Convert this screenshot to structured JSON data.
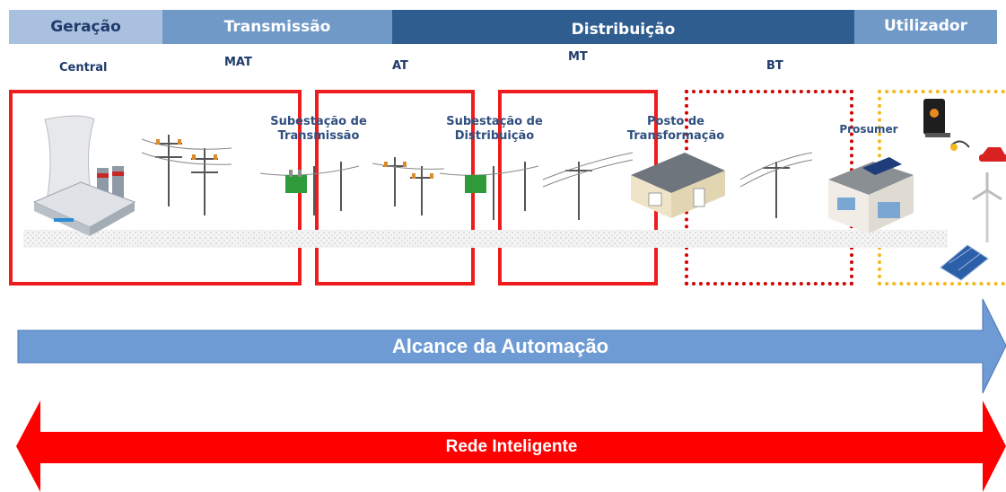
{
  "header": {
    "segments": [
      {
        "label": "Geração",
        "bg": "#a9c0de",
        "fg": "#1f3b6b"
      },
      {
        "label": "Transmissão",
        "bg": "#7099c8",
        "fg": "#ffffff"
      },
      {
        "label": "Distribuição",
        "bg": "#2f5d8f",
        "fg": "#ffffff"
      },
      {
        "label": "Utilizador",
        "bg": "#7099c8",
        "fg": "#ffffff"
      }
    ]
  },
  "levels": {
    "central": "Central",
    "mat": "MAT",
    "at": "AT",
    "mt": "MT",
    "bt": "BT"
  },
  "stations": {
    "transmission": "Subestação de\nTransmissão",
    "distribution": "Subestação de\nDistribuição",
    "transformer": "Posto de\nTransformação",
    "prosumer": "Prosumer"
  },
  "arrows": {
    "automation": {
      "label": "Alcance da Automação",
      "color": "#6f9bd4"
    },
    "smart_grid": {
      "label": "Rede Inteligente",
      "color": "#ff0000"
    }
  },
  "colors": {
    "box_red": "#ee1c1c",
    "box_dotted_red": "#d40000",
    "box_yellow": "#f3b91b"
  },
  "icons": [
    "cooling-tower-icon",
    "power-pylon-icon",
    "substation-icon",
    "building-icon",
    "house-icon",
    "smart-meter-icon",
    "electric-car-icon",
    "wind-turbine-icon",
    "solar-panel-icon"
  ]
}
